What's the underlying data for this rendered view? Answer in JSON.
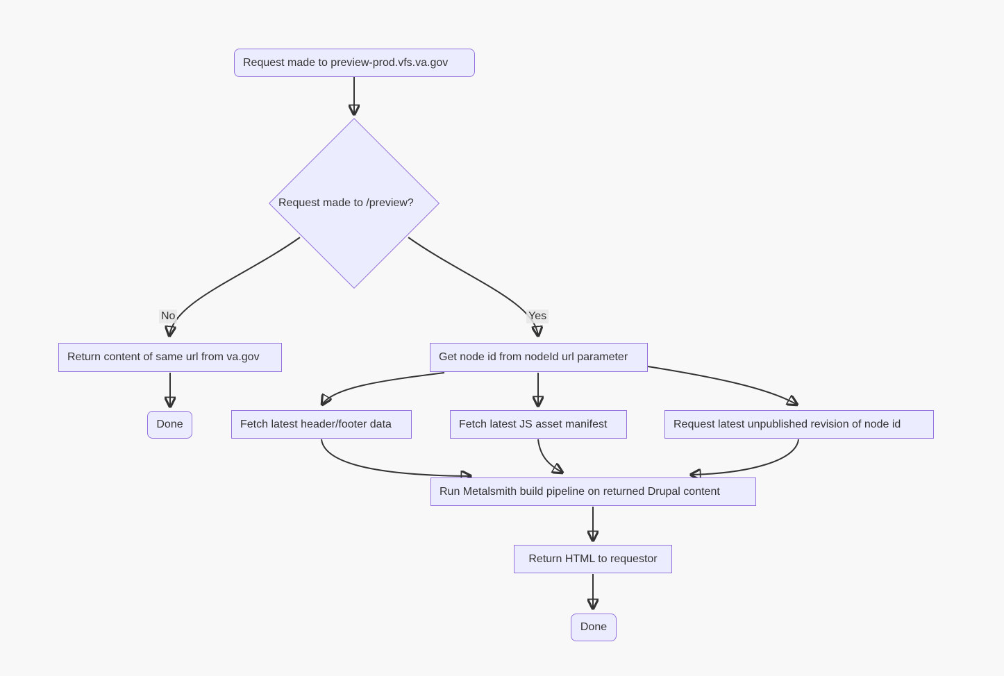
{
  "flowchart": {
    "type": "flowchart",
    "direction": "top-down",
    "colors": {
      "background": "#f8f8f8",
      "node_fill": "#ECECFF",
      "node_border": "#9370DB",
      "edge_stroke": "#333333",
      "text": "#333333",
      "edge_label_bg": "#e8e8e8"
    },
    "nodes": {
      "request": "Request made to preview-prod.vfs.va.gov",
      "decision": "Request made to /preview?",
      "return_same": "Return content of same url from va.gov",
      "done_left": "Done",
      "get_node_id": "Get node id from nodeId url parameter",
      "fetch_header_footer": "Fetch latest header/footer data",
      "fetch_js_manifest": "Fetch latest JS asset manifest",
      "request_unpublished": "Request latest unpublished revision of node id",
      "run_metalsmith": "Run Metalsmith build pipeline on returned Drupal content",
      "return_html": "Return HTML to requestor",
      "done_bottom": "Done"
    },
    "edge_labels": {
      "no": "No",
      "yes": "Yes"
    },
    "edges": [
      {
        "from": "request",
        "to": "decision",
        "label": ""
      },
      {
        "from": "decision",
        "to": "return_same",
        "label": "No"
      },
      {
        "from": "return_same",
        "to": "done_left",
        "label": ""
      },
      {
        "from": "decision",
        "to": "get_node_id",
        "label": "Yes"
      },
      {
        "from": "get_node_id",
        "to": "fetch_header_footer",
        "label": ""
      },
      {
        "from": "get_node_id",
        "to": "fetch_js_manifest",
        "label": ""
      },
      {
        "from": "get_node_id",
        "to": "request_unpublished",
        "label": ""
      },
      {
        "from": "fetch_header_footer",
        "to": "run_metalsmith",
        "label": ""
      },
      {
        "from": "fetch_js_manifest",
        "to": "run_metalsmith",
        "label": ""
      },
      {
        "from": "request_unpublished",
        "to": "run_metalsmith",
        "label": ""
      },
      {
        "from": "run_metalsmith",
        "to": "return_html",
        "label": ""
      },
      {
        "from": "return_html",
        "to": "done_bottom",
        "label": ""
      }
    ]
  }
}
